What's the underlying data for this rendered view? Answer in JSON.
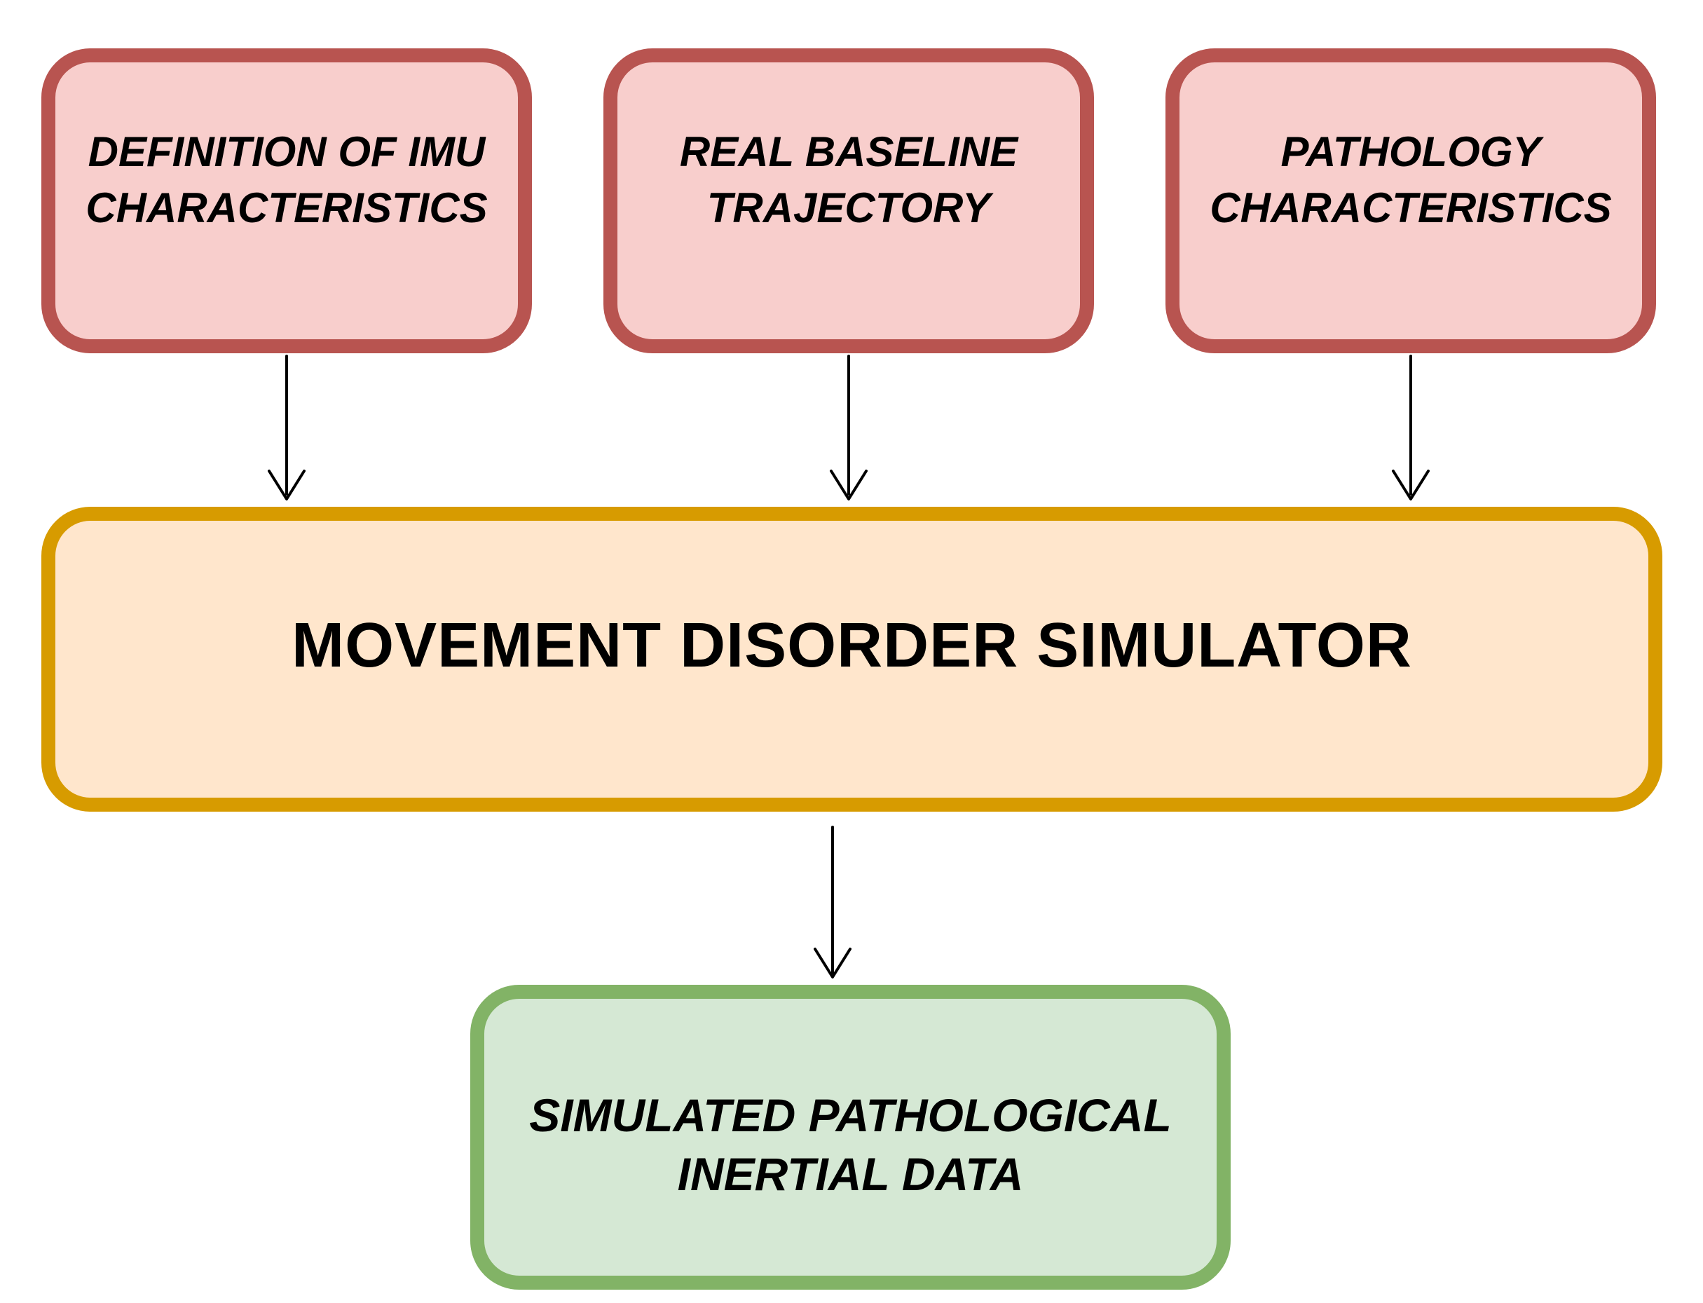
{
  "diagram": {
    "inputs": [
      {
        "id": "imu",
        "label": "DEFINITION OF IMU\nCHARACTERISTICS"
      },
      {
        "id": "baseline",
        "label": "REAL BASELINE\nTRAJECTORY"
      },
      {
        "id": "pathology",
        "label": "PATHOLOGY\nCHARACTERISTICS"
      }
    ],
    "simulator": {
      "label": "MOVEMENT DISORDER SIMULATOR"
    },
    "output": {
      "label": "SIMULATED PATHOLOGICAL\nINERTIAL DATA"
    },
    "colors": {
      "input_fill": "#f8cecc",
      "input_border": "#b85450",
      "simulator_fill": "#ffe6cc",
      "simulator_border": "#d79b00",
      "output_fill": "#d5e8d4",
      "output_border": "#82b366",
      "arrow": "#000000"
    }
  }
}
